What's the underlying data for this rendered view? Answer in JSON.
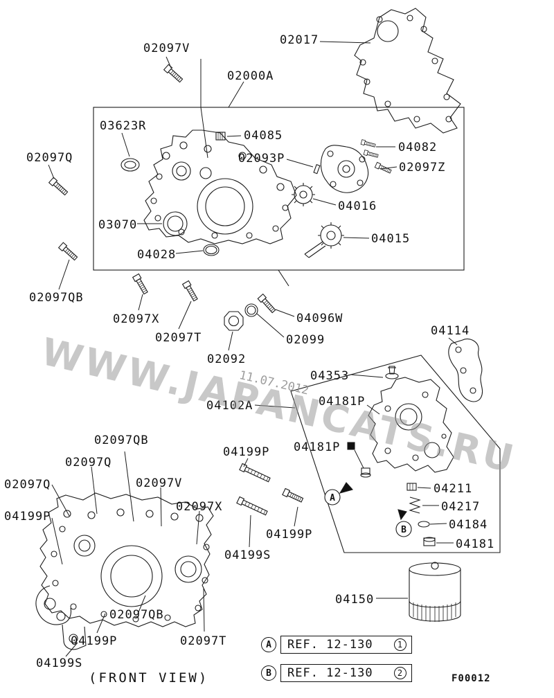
{
  "watermark": {
    "site": "WWW.JAPANCATS.RU",
    "date": "11.07.2012"
  },
  "figure": {
    "code": "F00012",
    "caption": "(FRONT VIEW)"
  },
  "markers": {
    "a": "A",
    "b": "B"
  },
  "refs": [
    {
      "marker": "A",
      "label": "REF. 12-130",
      "num": "1"
    },
    {
      "marker": "B",
      "label": "REF. 12-130",
      "num": "2"
    }
  ],
  "labels": [
    "02097V",
    "02017",
    "02000A",
    "03623R",
    "04085",
    "02097Q",
    "02093P",
    "04082",
    "02097Z",
    "04016",
    "03070",
    "04015",
    "04028",
    "02097QB",
    "02097X",
    "04096W",
    "02097T",
    "02099",
    "02092",
    "04114",
    "04353",
    "04102A",
    "04181P",
    "04181P",
    "02097QB",
    "04199P",
    "02097Q",
    "02097Q",
    "02097V",
    "02097X",
    "04199P",
    "04211",
    "04217",
    "04199P",
    "04184",
    "04199S",
    "04181",
    "04150",
    "02097QB",
    "04199P",
    "02097T",
    "04199S"
  ]
}
